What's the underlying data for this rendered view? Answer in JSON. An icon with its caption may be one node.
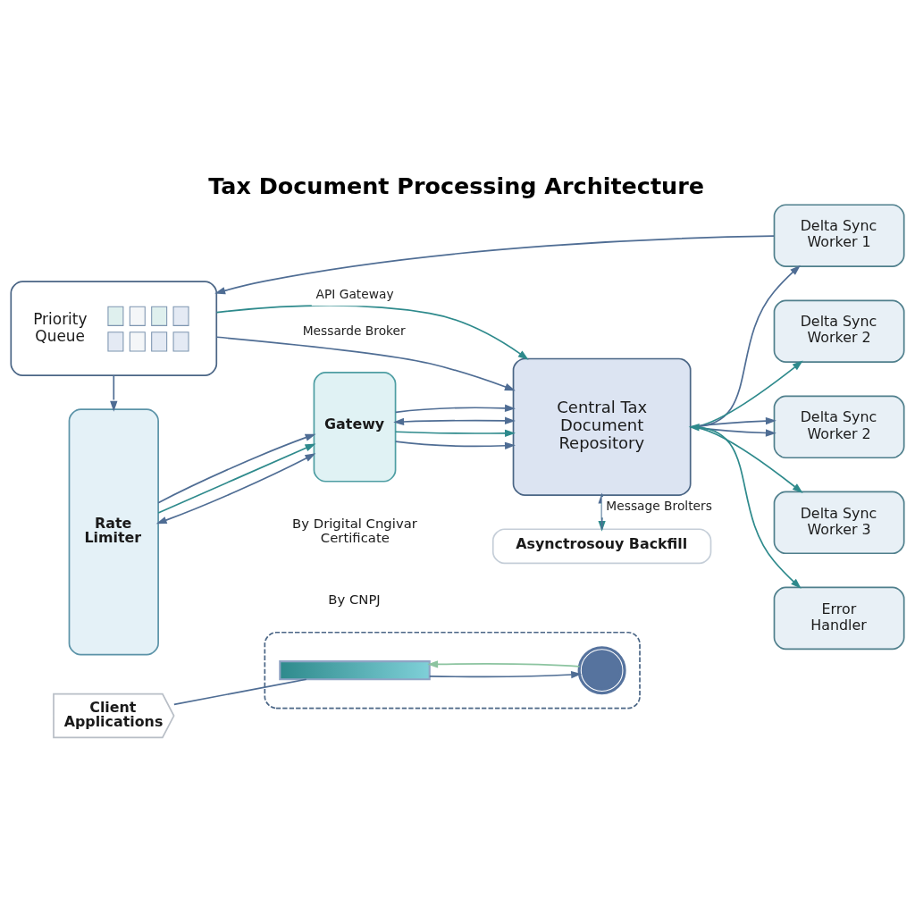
{
  "diagram": {
    "title": "Tax Document Processing Architecture",
    "nodes": [
      {
        "text": [
          "Priority Queue"
        ]
      },
      {
        "text": [
          "Rate Limiter"
        ],
        "beside": [
          "By Drigital Cngivar Certificate",
          "By CNPJ"
        ]
      },
      {
        "text": [
          "Gatewy"
        ]
      },
      {
        "text": [
          "Central Tax Document Repository"
        ]
      },
      {
        "text": [
          "Delta Sync Worker 1"
        ]
      },
      {
        "text": [
          "Delta Sync Worker 2"
        ]
      },
      {
        "text": [
          "Delta Sync Worker 2"
        ]
      },
      {
        "text": [
          "Delta Sync Worker 3"
        ]
      },
      {
        "text": [
          "Error Handler"
        ]
      },
      {
        "text": [
          "Asynctrosouy Backfill"
        ]
      },
      {
        "text": [
          "Client Applications"
        ]
      },
      {
        "text": [],
        "shape": "box"
      },
      {
        "text": [],
        "shape": "picture",
        "in": 11
      },
      {
        "text": [],
        "shape": "picture",
        "in": 11
      }
    ],
    "edges": [
      {
        "from": 4,
        "to": 0,
        "arrow": "to"
      },
      {
        "from": 0,
        "to": 1,
        "arrow": "to"
      },
      {
        "from": 0,
        "to": 3,
        "arrow": "to",
        "label": "API Gateway",
        "color": "#2e8a8c"
      },
      {
        "from": 0,
        "to": 3,
        "arrow": "to",
        "label": "Messarde Broker"
      },
      {
        "from": 1,
        "to": 2,
        "arrow": "both"
      },
      {
        "from": 1,
        "to": 2,
        "arrow": "to",
        "color": "#2e8a8c"
      },
      {
        "from": 1,
        "to": 2,
        "arrow": "to"
      },
      {
        "from": 2,
        "to": 3,
        "arrow": "to"
      },
      {
        "from": 2,
        "to": 3,
        "arrow": "to",
        "color": "#2e8a8c"
      },
      {
        "from": 2,
        "to": 3,
        "arrow": "both"
      },
      {
        "from": 2,
        "to": 3,
        "arrow": "to"
      },
      {
        "from": 3,
        "to": 4,
        "arrow": "to"
      },
      {
        "from": 3,
        "to": 5,
        "arrow": "to",
        "color": "#2e8a8c"
      },
      {
        "from": 3,
        "to": 6,
        "arrow": "to"
      },
      {
        "from": 3,
        "to": 6,
        "arrow": "to"
      },
      {
        "from": 3,
        "to": 7,
        "arrow": "to",
        "color": "#2e8a8c"
      },
      {
        "from": 3,
        "to": 8,
        "arrow": "both",
        "color": "#2e8a8c"
      },
      {
        "from": 3,
        "to": 9,
        "arrow": "to",
        "color": "#2e8a8c"
      },
      {
        "from": 9,
        "to": 3,
        "arrow": "to",
        "label": "Message Brolters"
      },
      {
        "from": 10,
        "to": 12,
        "arrow": "none"
      },
      {
        "from": 13,
        "to": 12,
        "arrow": "to",
        "color": "#8cc4a0"
      },
      {
        "from": 12,
        "to": 13,
        "arrow": "to"
      }
    ]
  }
}
